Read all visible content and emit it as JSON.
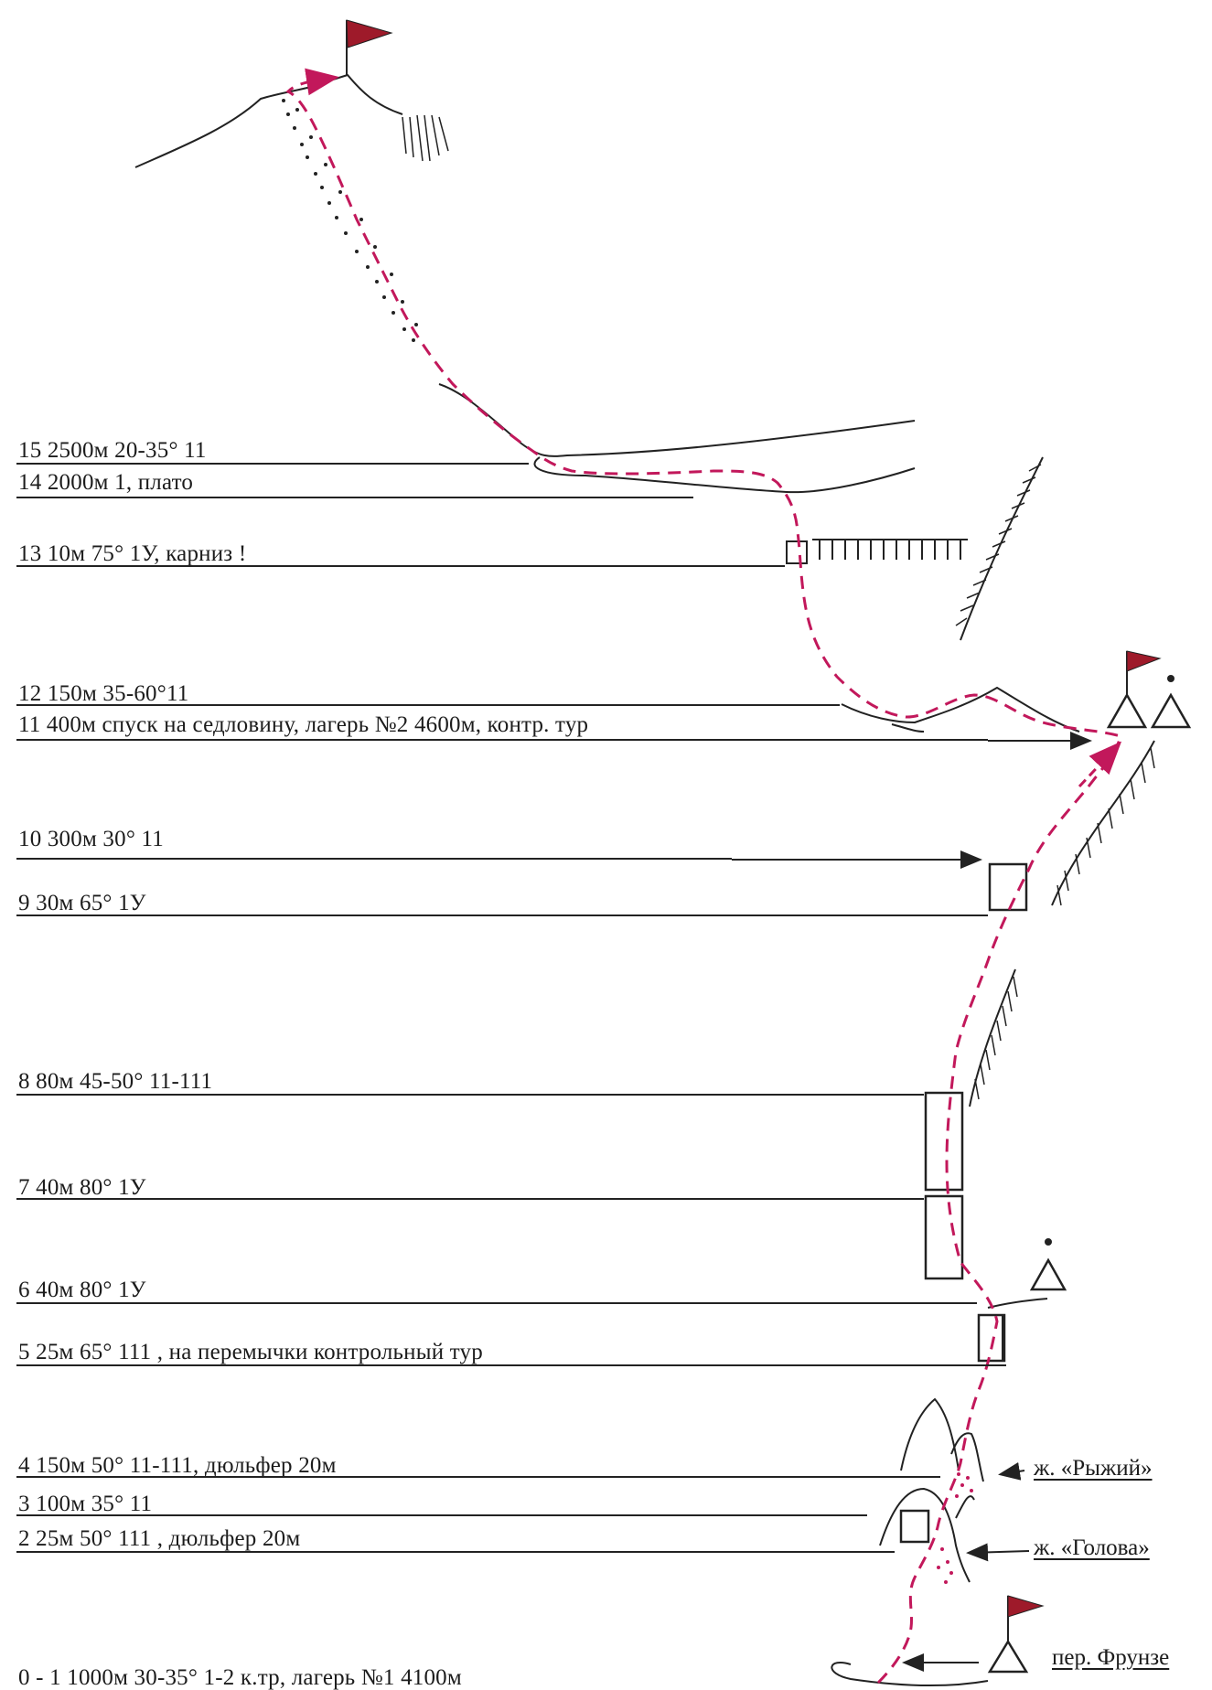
{
  "colors": {
    "ink": "#222222",
    "route": "#c2185b",
    "flag": "#9e1a2a"
  },
  "pitches": [
    {
      "id": "15",
      "text": "15 2500м 20-35° 11"
    },
    {
      "id": "14",
      "text": "14 2000м 1, плато"
    },
    {
      "id": "13",
      "text": "13 10м 75° 1У, карниз !"
    },
    {
      "id": "12",
      "text": "12 150м 35-60°11"
    },
    {
      "id": "11",
      "text": "11 400м спуск на седловину, лагерь №2 4600м, контр. тур"
    },
    {
      "id": "10",
      "text": "10 300м 30° 11"
    },
    {
      "id": "9",
      "text": "9  30м 65° 1У"
    },
    {
      "id": "8",
      "text": "8  80м 45-50° 11-111"
    },
    {
      "id": "7",
      "text": "7  40м 80° 1У"
    },
    {
      "id": "6",
      "text": "6  40м 80° 1У"
    },
    {
      "id": "5",
      "text": "5  25м 65° 111 , на перемычки контрольный тур"
    },
    {
      "id": "4",
      "text": "4  150м  50° 11-111, дюльфер 20м"
    },
    {
      "id": "3",
      "text": "3  100м 35° 11"
    },
    {
      "id": "2",
      "text": "2  25м 50° 111 , дюльфер 20м"
    },
    {
      "id": "0-1",
      "text": "0 - 1  1000м 30-35° 1-2 к.тр, лагерь №1 4100м"
    }
  ],
  "refs": {
    "ryzhiy": "ж. «Рыжий»",
    "golova": "ж. «Голова»",
    "pass": "пер. Фрунзе"
  },
  "icons": [
    "summit-flag-icon",
    "cairn-flag-icon",
    "control-cairn-icon",
    "pass-flag-icon",
    "ice-hatching-icon",
    "rock-step-icon"
  ]
}
